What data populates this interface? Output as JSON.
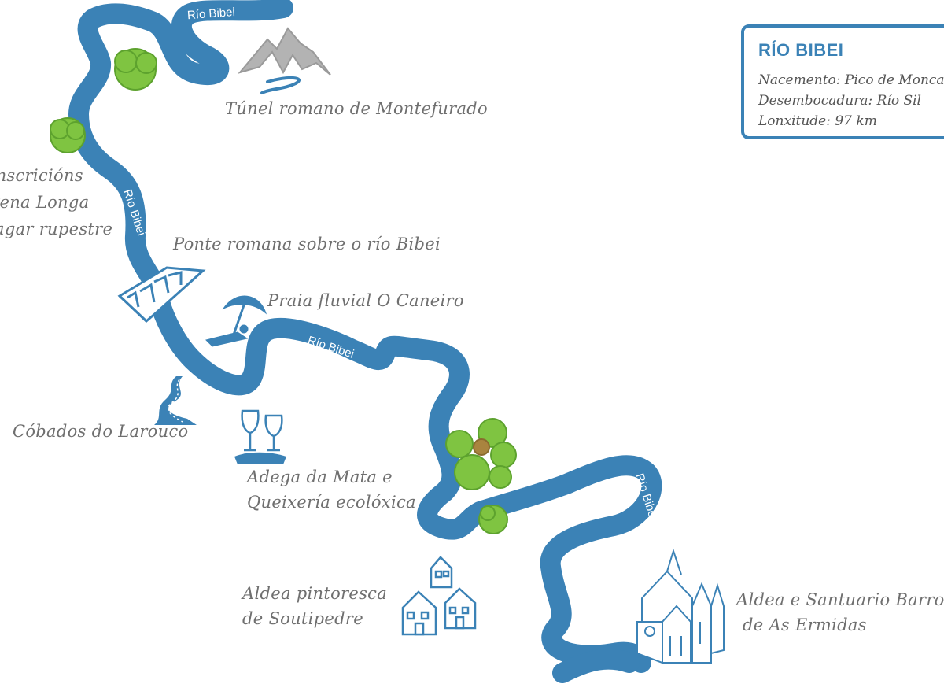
{
  "colors": {
    "river": "#3b82b6",
    "tree": "#7fc441",
    "icon": "#3b82b6",
    "mountain": "#aaaaaa",
    "text": "#6f6f6f"
  },
  "river_labels": [
    "Río Bibei",
    "Río Bibei",
    "Río Bibei",
    "Río Bibei"
  ],
  "places": [
    {
      "name": "tunel-romano",
      "icon": "mountain-icon",
      "lines": [
        "Túnel romano de Montefurado"
      ]
    },
    {
      "name": "inscricions",
      "icon": "tree-icon",
      "lines": [
        "Inscricións",
        "Pena Longa",
        "lagar rupestre"
      ]
    },
    {
      "name": "ponte-romana",
      "icon": "bridge-icon",
      "lines": [
        "Ponte romana sobre o río Bibei"
      ]
    },
    {
      "name": "praia-fluvial",
      "icon": "beach-umbrella-icon",
      "lines": [
        "Praia fluvial O Caneiro"
      ]
    },
    {
      "name": "cobados",
      "icon": "winding-road-icon",
      "lines": [
        "Cóbados do Larouco"
      ]
    },
    {
      "name": "adega",
      "icon": "wine-glasses-icon",
      "lines": [
        "Adega da Mata e",
        "Queixería ecolóxica"
      ]
    },
    {
      "name": "aldea-soutipedre",
      "icon": "houses-icon",
      "lines": [
        "Aldea pintoresca",
        "de Soutipedre"
      ]
    },
    {
      "name": "aldea-ermidas",
      "icon": "church-icon",
      "lines": [
        "Aldea e Santuario Barroco",
        "de As Ermidas"
      ]
    }
  ],
  "info": {
    "title": "RÍO BIBEI",
    "rows": [
      "Nacemento: Pico de Moncalvo",
      "Desembocadura: Río Sil",
      "Lonxitude: 97 km"
    ]
  }
}
